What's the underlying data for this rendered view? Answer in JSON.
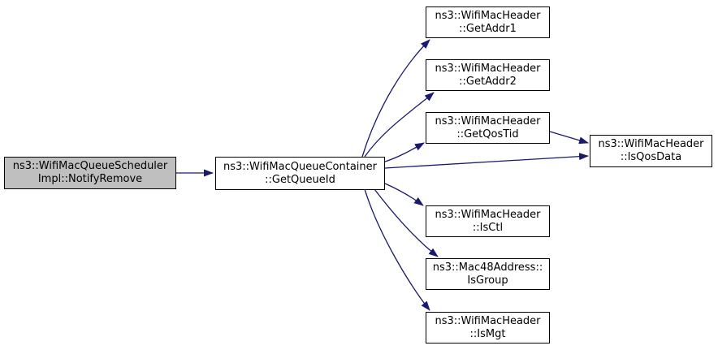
{
  "diagram": {
    "kind": "call-graph",
    "colors": {
      "edge": "#191970",
      "node_border": "#000000",
      "node_background": "#ffffff",
      "highlight_node_background": "#bfbfbf",
      "text": "#000000"
    },
    "nodes": {
      "notify_remove": {
        "line1": "ns3::WifiMacQueueScheduler",
        "line2": "Impl::NotifyRemove"
      },
      "get_queue_id": {
        "line1": "ns3::WifiMacQueueContainer",
        "line2": "::GetQueueId"
      },
      "get_addr1": {
        "line1": "ns3::WifiMacHeader",
        "line2": "::GetAddr1"
      },
      "get_addr2": {
        "line1": "ns3::WifiMacHeader",
        "line2": "::GetAddr2"
      },
      "get_qos_tid": {
        "line1": "ns3::WifiMacHeader",
        "line2": "::GetQosTid"
      },
      "is_qos_data": {
        "line1": "ns3::WifiMacHeader",
        "line2": "::IsQosData"
      },
      "is_ctl": {
        "line1": "ns3::WifiMacHeader",
        "line2": "::IsCtl"
      },
      "is_group": {
        "line1": "ns3::Mac48Address::",
        "line2": "IsGroup"
      },
      "is_mgt": {
        "line1": "ns3::WifiMacHeader",
        "line2": "::IsMgt"
      }
    },
    "edges": [
      {
        "from": "notify_remove",
        "to": "get_queue_id"
      },
      {
        "from": "get_queue_id",
        "to": "get_addr1"
      },
      {
        "from": "get_queue_id",
        "to": "get_addr2"
      },
      {
        "from": "get_queue_id",
        "to": "get_qos_tid"
      },
      {
        "from": "get_queue_id",
        "to": "is_qos_data"
      },
      {
        "from": "get_qos_tid",
        "to": "is_qos_data"
      },
      {
        "from": "get_queue_id",
        "to": "is_ctl"
      },
      {
        "from": "get_queue_id",
        "to": "is_group"
      },
      {
        "from": "get_queue_id",
        "to": "is_mgt"
      }
    ]
  }
}
